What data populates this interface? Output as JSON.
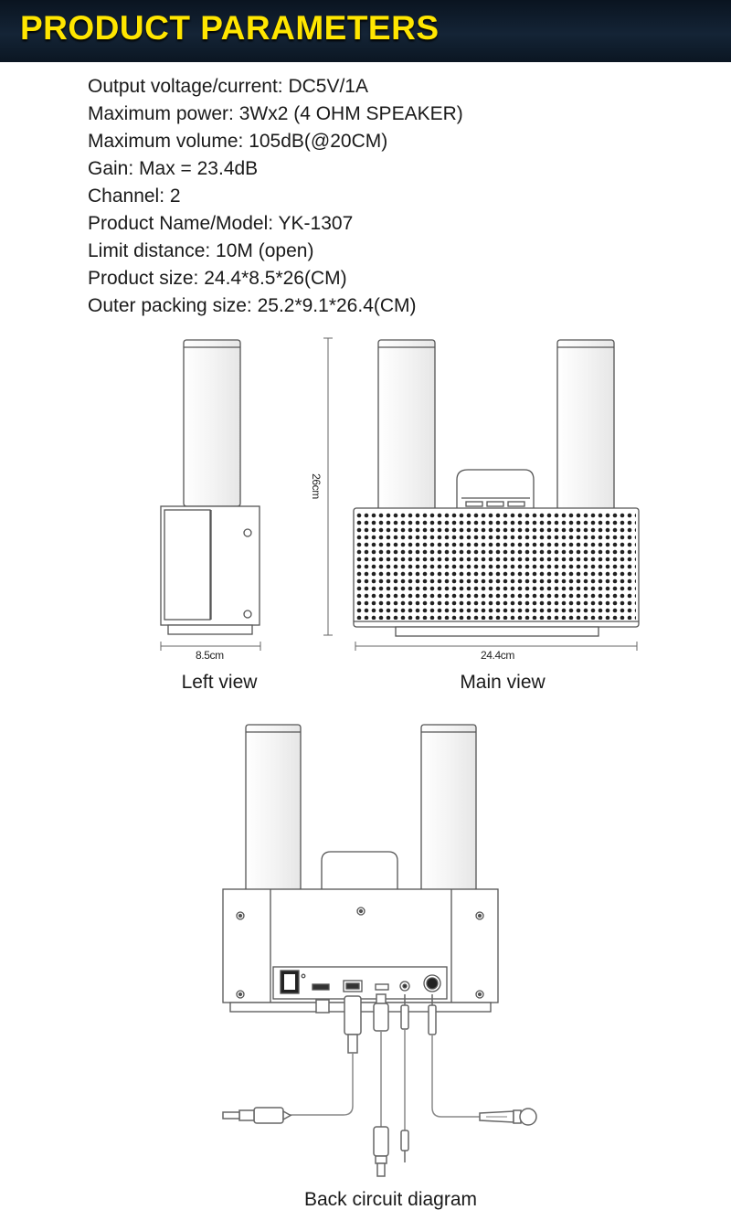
{
  "header": {
    "title": "PRODUCT PARAMETERS"
  },
  "specs": [
    "Output voltage/current: DC5V/1A",
    "Maximum power: 3Wx2 (4 OHM SPEAKER)",
    "Maximum volume: 105dB(@20CM)",
    "Gain: Max = 23.4dB",
    "Channel: 2",
    "Product Name/Model: YK-1307",
    "Limit distance: 10M (open)",
    "Product size: 24.4*8.5*26(CM)",
    "Outer packing size: 25.2*9.1*26.4(CM)"
  ],
  "dimensions": {
    "height": "26cm",
    "depth": "8.5cm",
    "width": "24.4cm"
  },
  "captions": {
    "left_view": "Left view",
    "main_view": "Main view",
    "back_view": "Back circuit diagram"
  },
  "colors": {
    "header_text": "#ffe600",
    "header_bg": "#142436",
    "line": "#555555"
  }
}
